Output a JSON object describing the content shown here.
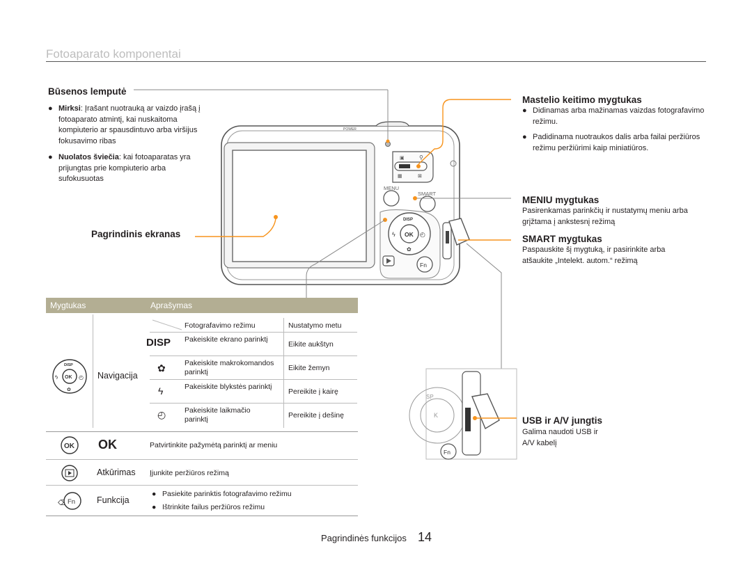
{
  "page": {
    "title": "Fotoaparato komponentai",
    "footer_label": "Pagrindinės funkcijos",
    "page_number": "14"
  },
  "status_light": {
    "heading": "Būsenos lemputė",
    "bullets": [
      {
        "term": "Mirksi",
        "text": ": Įrašant nuotrauką ar vaizdo įrašą į fotoaparato atmintį, kai nuskaitoma kompiuterio ar spausdintuvo arba viršijus fokusavimo ribas"
      },
      {
        "term": "Nuolatos šviečia",
        "text": ": kai fotoaparatas yra prijungtas prie kompiuterio arba sufokusuotas"
      }
    ]
  },
  "main_screen": {
    "label": "Pagrindinis ekranas"
  },
  "zoom": {
    "heading": "Mastelio keitimo mygtukas",
    "bullets": [
      "Didinamas arba mažinamas vaizdas fotografavimo režimu.",
      "Padidinama nuotraukos dalis arba failai peržiūros režimu peržiūrimi kaip miniatiūros."
    ]
  },
  "menu_button": {
    "heading": "MENIU mygtukas",
    "text": "Pasirenkamas parinkčių ir nustatymų meniu arba grįžtama į ankstesnį režimą"
  },
  "smart_button": {
    "heading": "SMART mygtukas",
    "text": "Paspauskite šį mygtuką, ir pasirinkite arba atšaukite „Intelekt. autom.“ režimą"
  },
  "usb": {
    "heading": "USB ir A/V jungtis",
    "text": "Galima naudoti USB ir A/V kabelį"
  },
  "camera_labels": {
    "power": "POWER",
    "menu": "MENU",
    "smart": "SMART",
    "disp": "DISP",
    "ok": "OK",
    "fn": "Fn"
  },
  "table": {
    "col_button": "Mygtukas",
    "col_desc": "Aprašymas",
    "nav": {
      "label": "Navigacija",
      "sub_header": {
        "mode1": "Fotografavimo režimu",
        "mode2": "Nustatymo metu"
      },
      "rows": [
        {
          "icon": "DISP",
          "shoot": "Pakeiskite ekrano parinktį",
          "setting": "Eikite aukštyn"
        },
        {
          "icon": "macro",
          "shoot": "Pakeiskite makrokomandos parinktį",
          "setting": "Eikite žemyn"
        },
        {
          "icon": "flash",
          "shoot": "Pakeiskite blykstės parinktį",
          "setting": "Pereikite į kairę"
        },
        {
          "icon": "timer",
          "shoot": "Pakeiskite laikmačio parinktį",
          "setting": "Pereikite į dešinę"
        }
      ]
    },
    "ok": {
      "label": "OK",
      "desc": "Patvirtinkite pažymėtą parinktį ar meniu"
    },
    "playback": {
      "label": "Atkūrimas",
      "desc": "Įjunkite peržiūros režimą"
    },
    "function": {
      "label": "Funkcija",
      "bullets": [
        "Pasiekite parinktis fotografavimo režimu",
        "Ištrinkite failus peržiūros režimu"
      ]
    }
  },
  "colors": {
    "accent": "#f7941d",
    "header_bg": "#b3ae93",
    "title_gray": "#bdbdbd"
  }
}
